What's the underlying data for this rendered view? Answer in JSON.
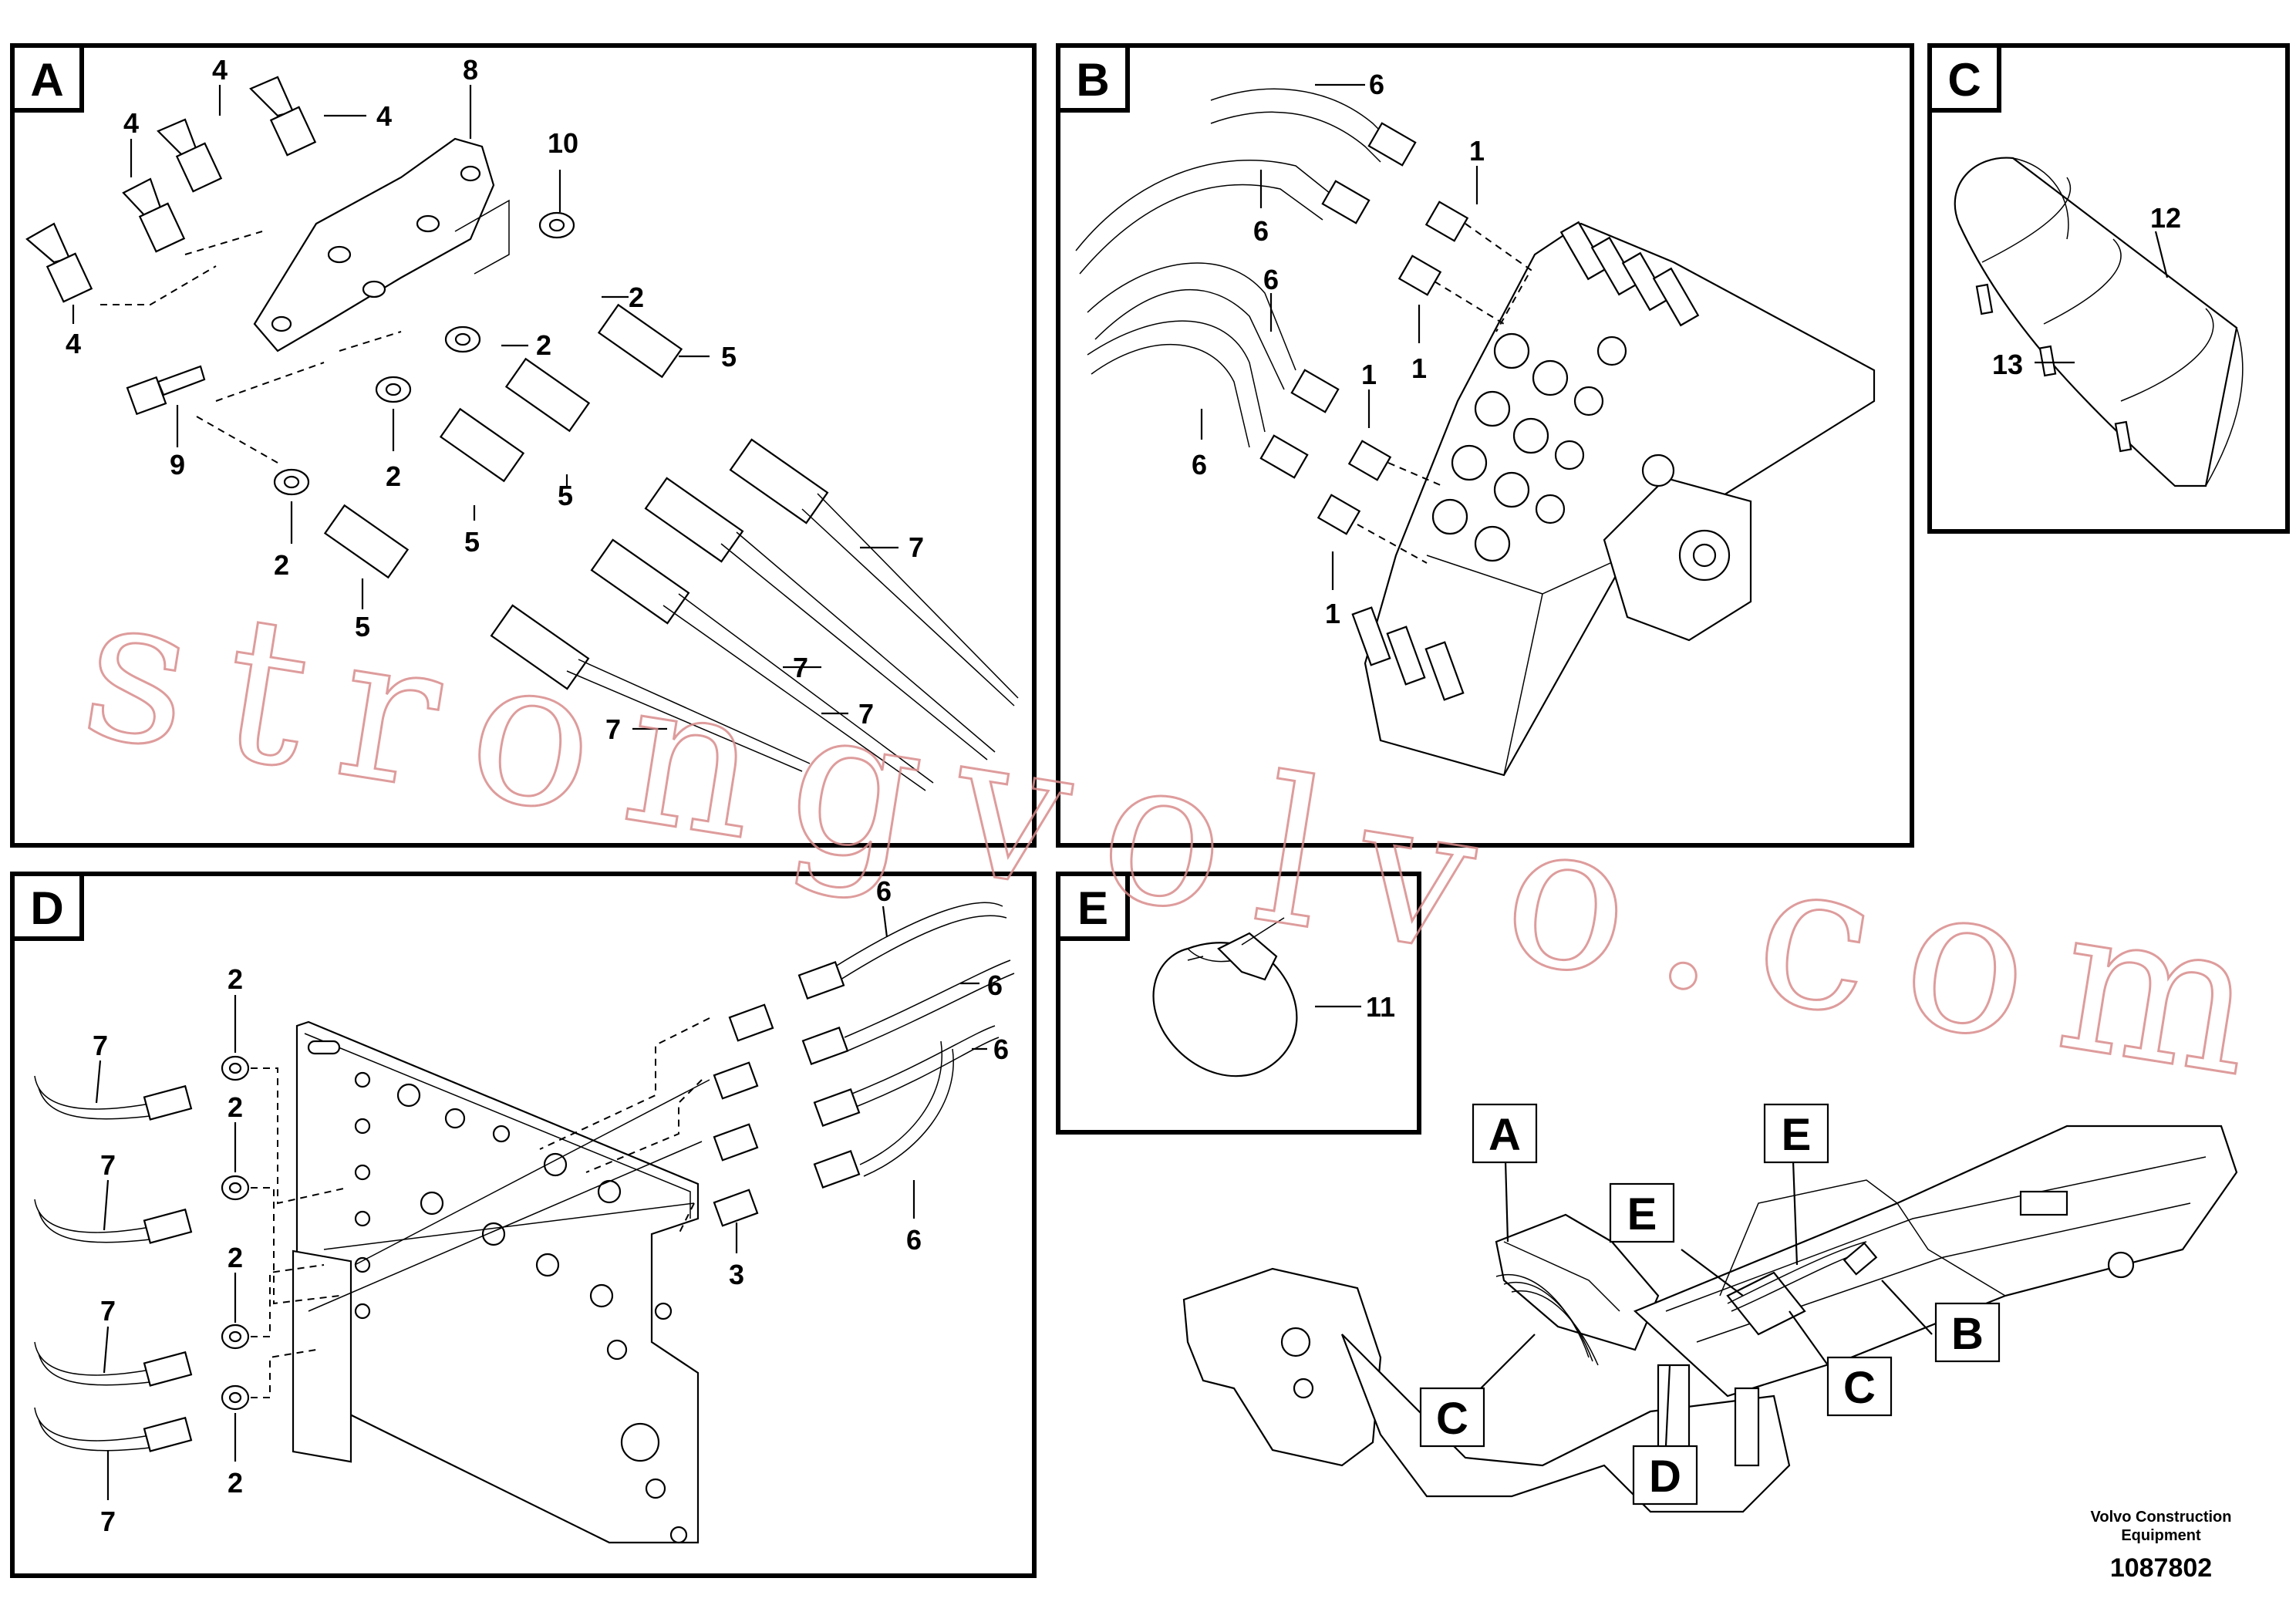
{
  "panels": [
    {
      "id": "A",
      "letter": "A",
      "labels": [
        "4",
        "4",
        "4",
        "4",
        "8",
        "10",
        "2",
        "2",
        "2",
        "2",
        "5",
        "5",
        "5",
        "5",
        "9",
        "7",
        "7",
        "7",
        "7"
      ]
    },
    {
      "id": "B",
      "letter": "B",
      "labels": [
        "6",
        "6",
        "6",
        "6",
        "1",
        "1",
        "1",
        "1"
      ]
    },
    {
      "id": "C",
      "letter": "C",
      "labels": [
        "12",
        "13"
      ]
    },
    {
      "id": "D",
      "letter": "D",
      "labels": [
        "6",
        "6",
        "6",
        "6",
        "2",
        "2",
        "2",
        "2",
        "7",
        "7",
        "7",
        "7",
        "3"
      ]
    },
    {
      "id": "E",
      "letter": "E",
      "labels": [
        "11"
      ]
    }
  ],
  "locator_callouts": [
    "A",
    "E",
    "E",
    "C",
    "C",
    "D",
    "B"
  ],
  "watermark": "strongvolvo.com",
  "footer": {
    "company_line1": "Volvo Construction",
    "company_line2": "Equipment",
    "code": "1087802"
  }
}
